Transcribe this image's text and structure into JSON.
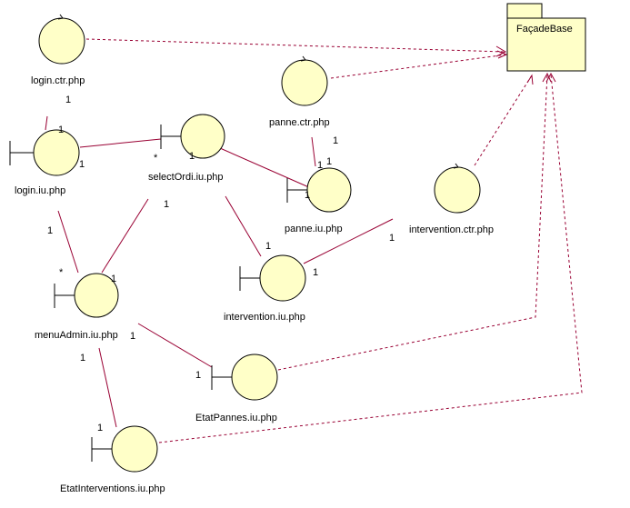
{
  "package": {
    "name": "FaçadeBase"
  },
  "controls": [
    {
      "id": "login-ctr",
      "label": "login.ctr.php"
    },
    {
      "id": "panne-ctr",
      "label": "panne.ctr.php"
    },
    {
      "id": "intervention-ctr",
      "label": "intervention.ctr.php"
    }
  ],
  "boundaries": [
    {
      "id": "login-iu",
      "label": "login.iu.php"
    },
    {
      "id": "selectordi-iu",
      "label": "selectOrdi.iu.php"
    },
    {
      "id": "panne-iu",
      "label": "panne.iu.php"
    },
    {
      "id": "menuadmin-iu",
      "label": "menuAdmin.iu.php"
    },
    {
      "id": "intervention-iu",
      "label": "intervention.iu.php"
    },
    {
      "id": "etatpannes-iu",
      "label": "EtatPannes.iu.php"
    },
    {
      "id": "etatinterventions-iu",
      "label": "EtatInterventions.iu.php"
    }
  ],
  "multiplicities": [
    "1",
    "1",
    "1",
    "*",
    "1",
    "1",
    "1",
    "1",
    "1",
    "1",
    "1",
    "*",
    "1",
    "1",
    "1",
    "1",
    "1",
    "1",
    "1",
    "1"
  ],
  "colors": {
    "node_fill": "#ffffc8",
    "line": "#990033",
    "outline": "#000000"
  }
}
